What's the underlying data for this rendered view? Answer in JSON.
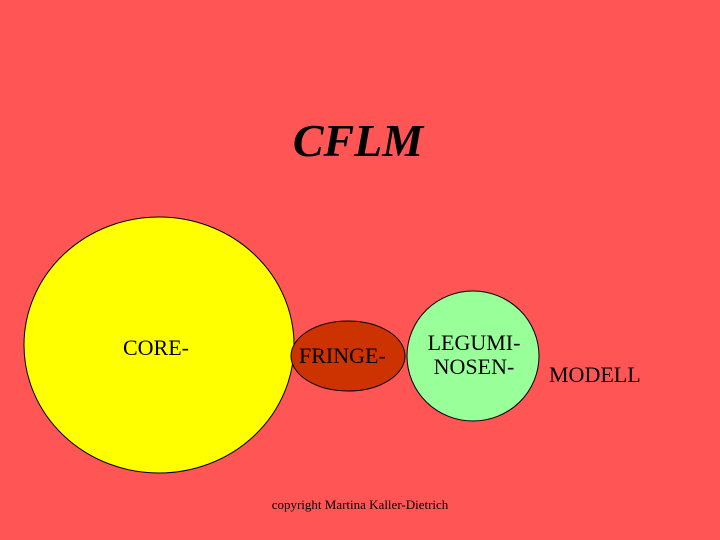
{
  "slide": {
    "background_color": "#FF5555",
    "title": "CFLM",
    "copyright": "copyright Martina Kaller-Dietrich"
  },
  "diagram": {
    "core": {
      "label": "CORE-",
      "color": "#FFFF00"
    },
    "fringe": {
      "label": "FRINGE-",
      "color": "#CC3300"
    },
    "leguminosen": {
      "label_line1": "LEGUMI-",
      "label_line2": "NOSEN-",
      "color": "#99FF99"
    },
    "suffix": "MODELL"
  }
}
